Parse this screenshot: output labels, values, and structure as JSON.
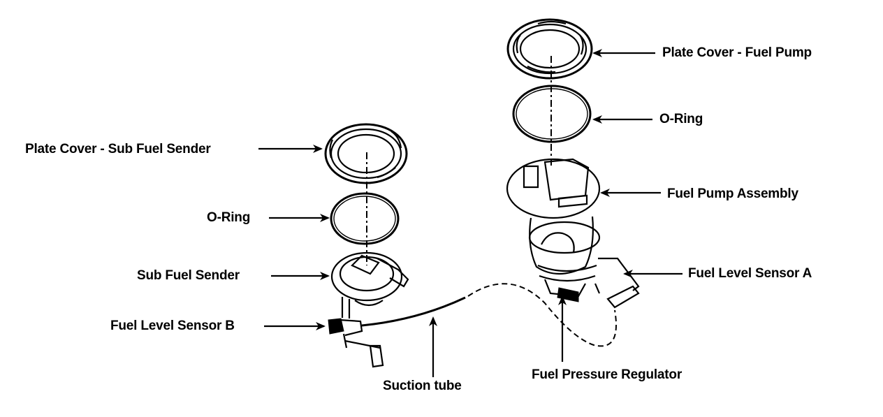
{
  "diagram": {
    "title": "Fuel pump and sub fuel sender exploded view",
    "labels": {
      "plate_cover_fuel_pump": "Plate Cover - Fuel Pump",
      "o_ring_right": "O-Ring",
      "fuel_pump_assembly": "Fuel Pump Assembly",
      "fuel_level_sensor_a": "Fuel Level Sensor A",
      "fuel_pressure_regulator": "Fuel Pressure Regulator",
      "plate_cover_sub_fuel_sender": "Plate Cover - Sub Fuel Sender",
      "o_ring_left": "O-Ring",
      "sub_fuel_sender": "Sub Fuel Sender",
      "fuel_level_sensor_b": "Fuel Level Sensor B",
      "suction_tube": "Suction tube"
    },
    "colors": {
      "ink": "#000000",
      "background": "#ffffff"
    }
  }
}
